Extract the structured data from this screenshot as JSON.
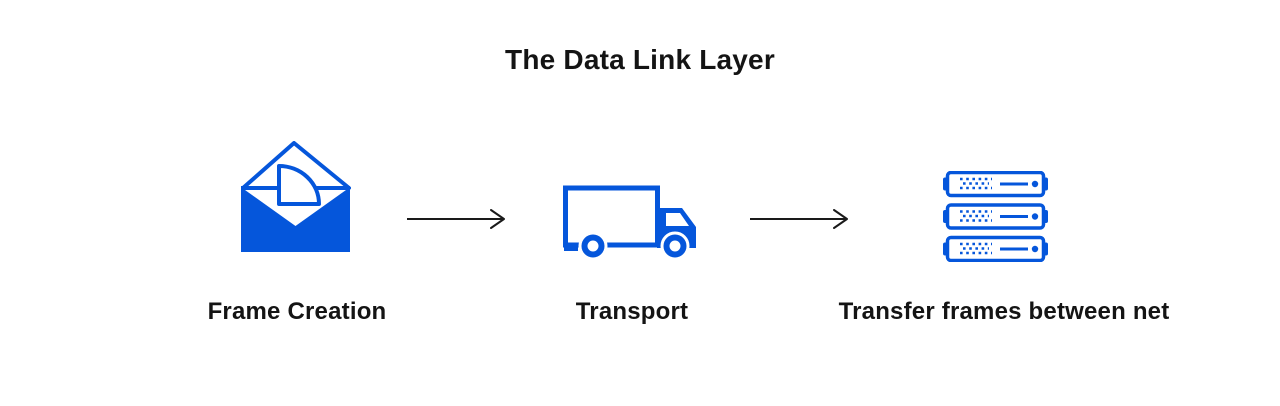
{
  "title": "The Data Link Layer",
  "colors": {
    "accent_blue": "#0556DB",
    "text": "#141414",
    "arrow": "#1a1a1a",
    "background": "#ffffff"
  },
  "stages": [
    {
      "label": "Frame Creation",
      "icon": "open-envelope-letter-icon"
    },
    {
      "label": "Transport",
      "icon": "delivery-truck-icon"
    },
    {
      "label": "Transfer frames between net",
      "icon": "server-rack-stack-icon"
    }
  ],
  "connectors": [
    {
      "icon": "right-arrow-icon"
    },
    {
      "icon": "right-arrow-icon"
    }
  ]
}
